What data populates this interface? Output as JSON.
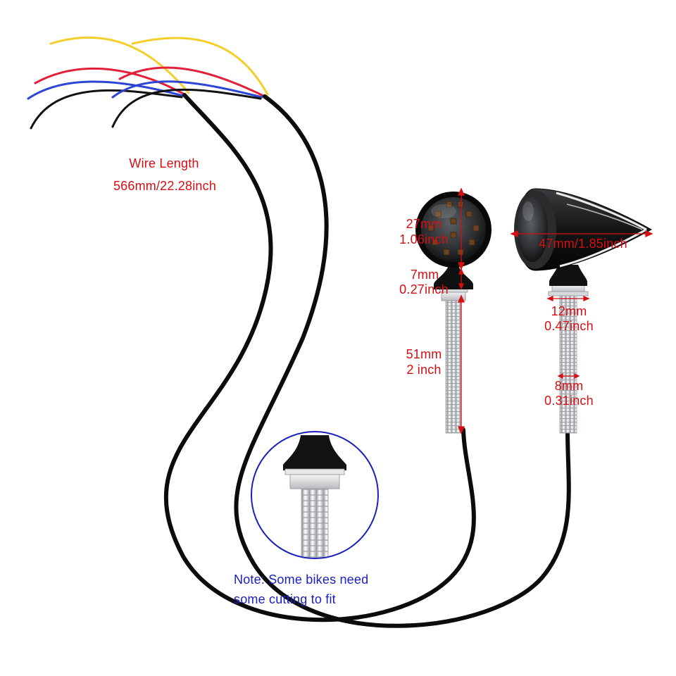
{
  "colors": {
    "dimension_text": "#d40f14",
    "note_text": "#1a1fbd",
    "cable": "#0c0c0c",
    "wire_yellow": "#f2cf2a",
    "wire_red": "#e2203a",
    "wire_blue": "#2c45d4",
    "wire_black": "#111111",
    "led_amber": "#ff9a1a",
    "chrome": "#e2e4e6",
    "callout_circle": "#1a1fbd"
  },
  "icons": {
    "round_light": "round-led-bullet-light",
    "pointed_light": "spike-bullet-light",
    "bolt": "threaded-mount-bolt"
  },
  "labels": {
    "wire_length_title": "Wire Length",
    "wire_length_value": "566mm/22.28inch",
    "head_diameter_mm": "27mm",
    "head_diameter_inch": "1.06inch",
    "neck_mm": "7mm",
    "neck_inch": "0.27inch",
    "bolt_length_mm": "51mm",
    "bolt_length_inch": "2 inch",
    "body_length": "47mm/1.85inch",
    "nut_width_mm": "12mm",
    "nut_width_inch": "0.47inch",
    "thread_mm": "8mm",
    "thread_inch": "0.31inch",
    "note_line1": "Note: Some bikes need",
    "note_line2": "some cutting to fit"
  }
}
